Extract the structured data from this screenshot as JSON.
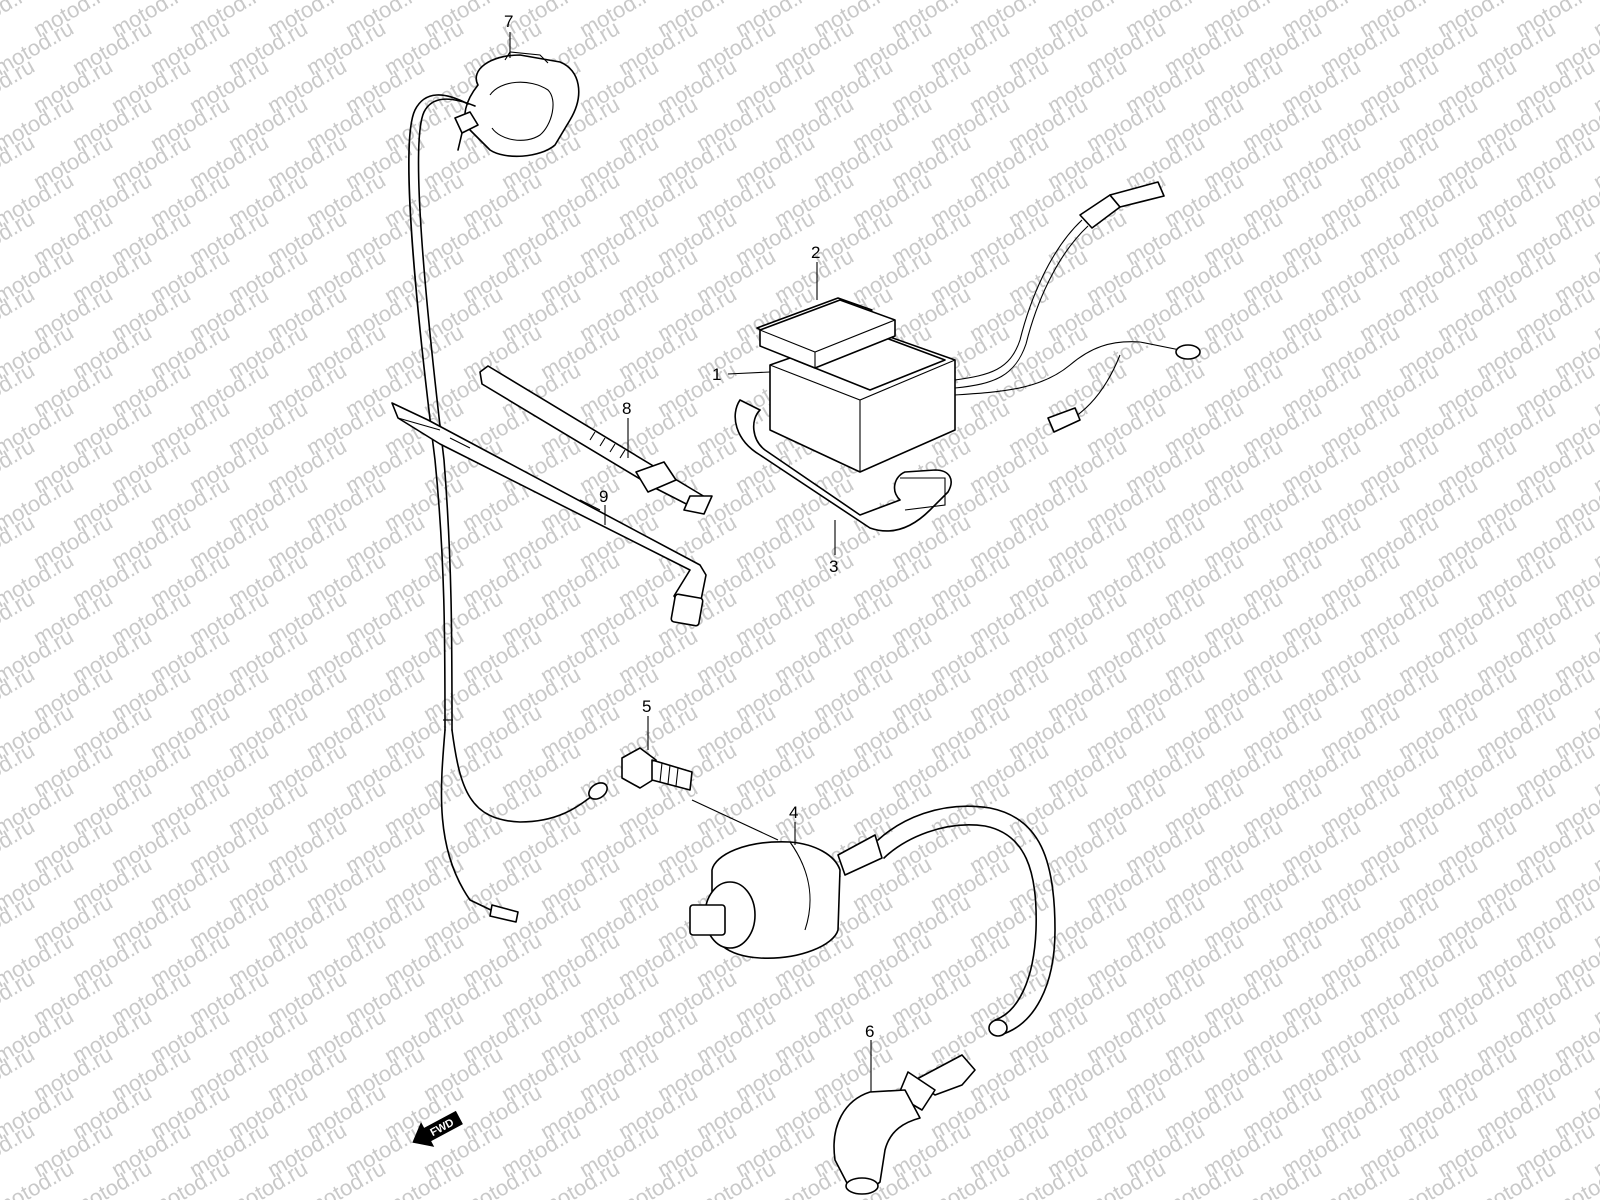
{
  "watermark": {
    "text": "motod.ru",
    "color": "#c9c9c9"
  },
  "callouts": [
    {
      "id": "1",
      "label": "1"
    },
    {
      "id": "2",
      "label": "2"
    },
    {
      "id": "3",
      "label": "3"
    },
    {
      "id": "4",
      "label": "4"
    },
    {
      "id": "5",
      "label": "5"
    },
    {
      "id": "6",
      "label": "6"
    },
    {
      "id": "7",
      "label": "7"
    },
    {
      "id": "8",
      "label": "8"
    },
    {
      "id": "9",
      "label": "9"
    }
  ],
  "direction_marker": {
    "label": "FWD",
    "icon": "arrow-left-icon"
  }
}
